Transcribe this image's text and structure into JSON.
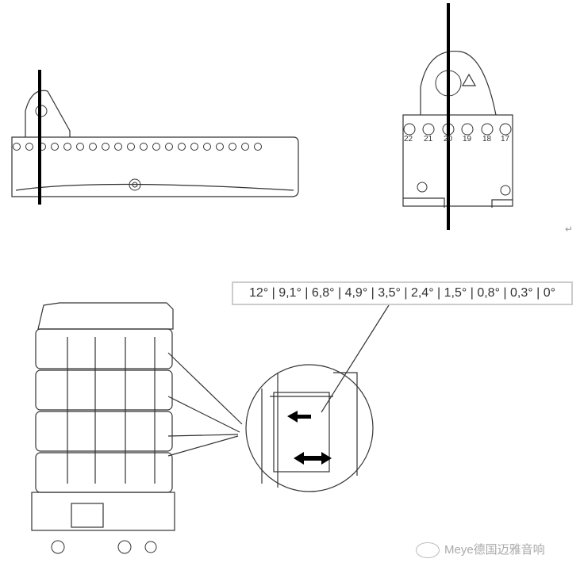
{
  "angle_label": "12° | 9,1° | 6,8° | 4,9° | 3,5° | 2,4° | 1,5° | 0,8° | 0,3° | 0°",
  "pin_numbers": [
    "22",
    "21",
    "20",
    "19",
    "18",
    "17"
  ],
  "watermark": "Meye德国迈雅音响",
  "return_mark": "↵"
}
